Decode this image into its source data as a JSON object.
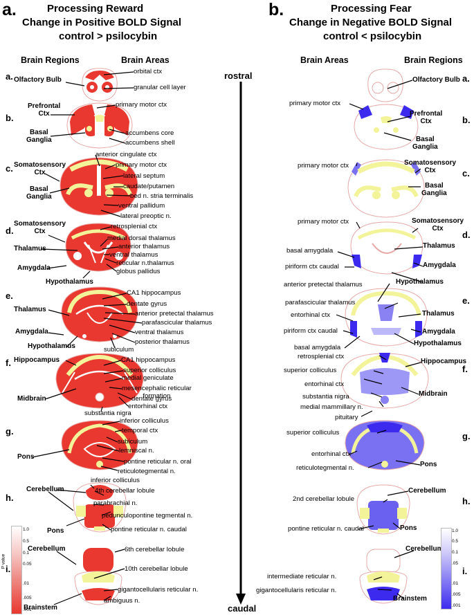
{
  "panels": {
    "a": {
      "letter": "a.",
      "title": "Processing Reward",
      "subtitle": "Change in Positive BOLD  Signal",
      "comparison": "control > psilocybin",
      "col_left": "Brain Regions",
      "col_right": "Brain Areas"
    },
    "b": {
      "letter": "b.",
      "title": "Processing Fear",
      "subtitle": "Change in Negative BOLD Signal",
      "comparison": "control < psilocybin",
      "col_left": "Brain Areas",
      "col_right": "Brain Regions"
    }
  },
  "axis": {
    "top": "rostral",
    "bottom": "caudal"
  },
  "rows": [
    "a.",
    "b.",
    "c.",
    "d.",
    "e.",
    "f.",
    "g.",
    "h.",
    "i."
  ],
  "left_labels": {
    "a": {
      "regions": [
        "Olfactory Bulb"
      ],
      "areas": [
        "orbital ctx",
        "granular cell layer"
      ]
    },
    "b": {
      "regions": [
        "Prefrontal\nCtx",
        "Basal\nGanglia"
      ],
      "areas": [
        "primary motor ctx",
        "accumbens core",
        "accumbens shell"
      ]
    },
    "c": {
      "regions": [
        "Somatosensory\nCtx",
        "Basal\nGanglia"
      ],
      "areas": [
        "anterior cingulate ctx",
        "primary motor ctx",
        "lateral septum",
        "caudate/putamen",
        "bed n. stria terminalis",
        "ventral pallidum",
        "lateral preoptic n."
      ]
    },
    "d": {
      "regions": [
        "Somatosensory\nCtx",
        "Thalamus",
        "Amygdala",
        "Hypothalamus"
      ],
      "areas": [
        "retrosplenial ctx",
        "medial dorsal thalamus",
        "anterior thalamus",
        "ventral thalamus",
        "reticular n.thalamus",
        "globus pallidus"
      ]
    },
    "e": {
      "regions": [
        "Thalamus",
        "Amygdala",
        "Hypothalamus"
      ],
      "areas": [
        "CA1 hippocampus",
        "dentate gyrus",
        "anterior pretectal thalamus",
        "parafascicular thalamus",
        "ventral thalamus",
        "posterior thalamus",
        "subiculum"
      ]
    },
    "f": {
      "regions": [
        "Hippocampus",
        "Midbrain"
      ],
      "areas": [
        "CA1 hippocampus",
        "superior colliculus",
        "medial geniculate",
        "mesencephalic reticular\nformation",
        "dentate gyrus",
        "entorhinal ctx",
        "substantia nigra"
      ]
    },
    "g": {
      "regions": [
        "Pons"
      ],
      "areas": [
        "inferior colliculus",
        "temporal ctx",
        "subiculum",
        "lemniscal n.",
        "pontine reticular n. oral",
        "reticulotegmental n."
      ]
    },
    "h": {
      "regions": [
        "Cerebellum",
        "Pons"
      ],
      "areas": [
        "inferior colliculus",
        "4th cerebellar lobule",
        "parabrachial n.",
        "pedunculopontine tegmental n.",
        "pontine reticular n. caudal"
      ]
    },
    "i": {
      "regions": [
        "Cerebellum",
        "Brainstem"
      ],
      "areas": [
        "6th cerebellar lobule",
        "10th cerebellar lobule",
        "gigantocellularis reticular n.",
        "ambiguus n."
      ]
    }
  },
  "right_labels": {
    "a": {
      "regions": [
        "Olfactory Bulb"
      ],
      "areas": []
    },
    "b": {
      "regions": [
        "Prefrontal\nCtx",
        "Basal\nGanglia"
      ],
      "areas": [
        "primary motor ctx"
      ]
    },
    "c": {
      "regions": [
        "Somatosensory\nCtx",
        "Basal\nGanglia"
      ],
      "areas": [
        "primary motor ctx"
      ]
    },
    "d": {
      "regions": [
        "Somatosensory\nCtx",
        "Thalamus",
        "Amygdala",
        "Hypothalamus"
      ],
      "areas": [
        "primary motor ctx",
        "basal amygdala",
        "piriform ctx caudal"
      ]
    },
    "e": {
      "regions": [
        "Thalamus",
        "Amygdala",
        "Hypothalamus"
      ],
      "areas": [
        "anterior pretectal thalamus",
        "parafascicular thalamus",
        "entorhinal ctx",
        "piriform ctx caudal",
        "basal amygdala"
      ]
    },
    "f": {
      "regions": [
        "Hippocampus",
        "Midbrain"
      ],
      "areas": [
        "retrosplenial ctx",
        "superior colliculus",
        "entorhinal ctx",
        "substantia nigra",
        "medial mammillary n.",
        "pituitary"
      ]
    },
    "g": {
      "regions": [
        "Pons"
      ],
      "areas": [
        "superior colliculus",
        "entorhinal ctx",
        "reticulotegmental n."
      ]
    },
    "h": {
      "regions": [
        "Cerebellum",
        "Pons"
      ],
      "areas": [
        "2nd cerebellar lobule",
        "pontine reticular n. caudal"
      ]
    },
    "i": {
      "regions": [
        "Cerebellum",
        "Brainstem"
      ],
      "areas": [
        "intermediate reticular n.",
        "gigantocellularis reticular n."
      ]
    }
  },
  "scale": {
    "title": "P value",
    "ticks": [
      "1.0",
      "0.5",
      "0.1",
      "0.05",
      ".01",
      ".005",
      ".001"
    ],
    "right_ticks": [
      "1.0",
      "0.5",
      "0.1",
      ".05",
      ".01",
      ".005",
      ".001"
    ],
    "colors": {
      "reward": "#e8382f",
      "fear": "#3c2bef",
      "white_matter": "#f3f49a",
      "outline": "#e7a8a8"
    }
  }
}
